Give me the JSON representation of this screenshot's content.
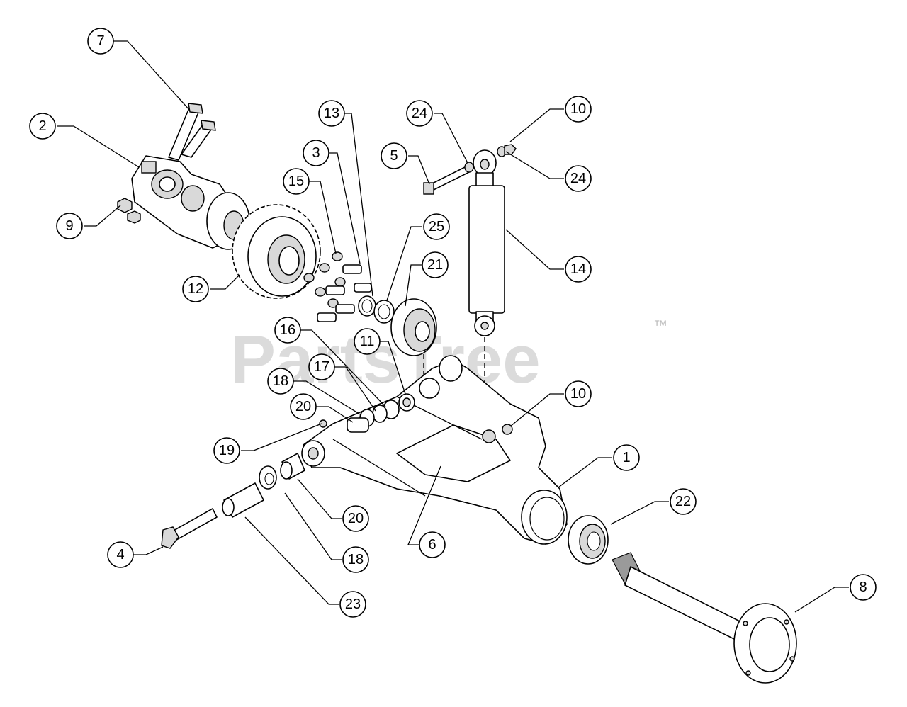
{
  "watermark": {
    "text": "PartsTree",
    "trademark": "™"
  },
  "callouts": [
    {
      "id": "c7",
      "label": "7"
    },
    {
      "id": "c2",
      "label": "2"
    },
    {
      "id": "c9",
      "label": "9"
    },
    {
      "id": "c12",
      "label": "12"
    },
    {
      "id": "c13",
      "label": "13"
    },
    {
      "id": "c3",
      "label": "3"
    },
    {
      "id": "c15",
      "label": "15"
    },
    {
      "id": "c24a",
      "label": "24"
    },
    {
      "id": "c5",
      "label": "5"
    },
    {
      "id": "c10a",
      "label": "10"
    },
    {
      "id": "c24b",
      "label": "24"
    },
    {
      "id": "c25",
      "label": "25"
    },
    {
      "id": "c21",
      "label": "21"
    },
    {
      "id": "c14",
      "label": "14"
    },
    {
      "id": "c16",
      "label": "16"
    },
    {
      "id": "c11",
      "label": "11"
    },
    {
      "id": "c17",
      "label": "17"
    },
    {
      "id": "c18a",
      "label": "18"
    },
    {
      "id": "c20a",
      "label": "20"
    },
    {
      "id": "c19",
      "label": "19"
    },
    {
      "id": "c10b",
      "label": "10"
    },
    {
      "id": "c1",
      "label": "1"
    },
    {
      "id": "c22",
      "label": "22"
    },
    {
      "id": "c20b",
      "label": "20"
    },
    {
      "id": "c6",
      "label": "6"
    },
    {
      "id": "c4",
      "label": "4"
    },
    {
      "id": "c18b",
      "label": "18"
    },
    {
      "id": "c23",
      "label": "23"
    },
    {
      "id": "c8",
      "label": "8"
    }
  ],
  "colors": {
    "line": "#000000",
    "watermark": "#cfcfcf",
    "background": "#ffffff"
  }
}
